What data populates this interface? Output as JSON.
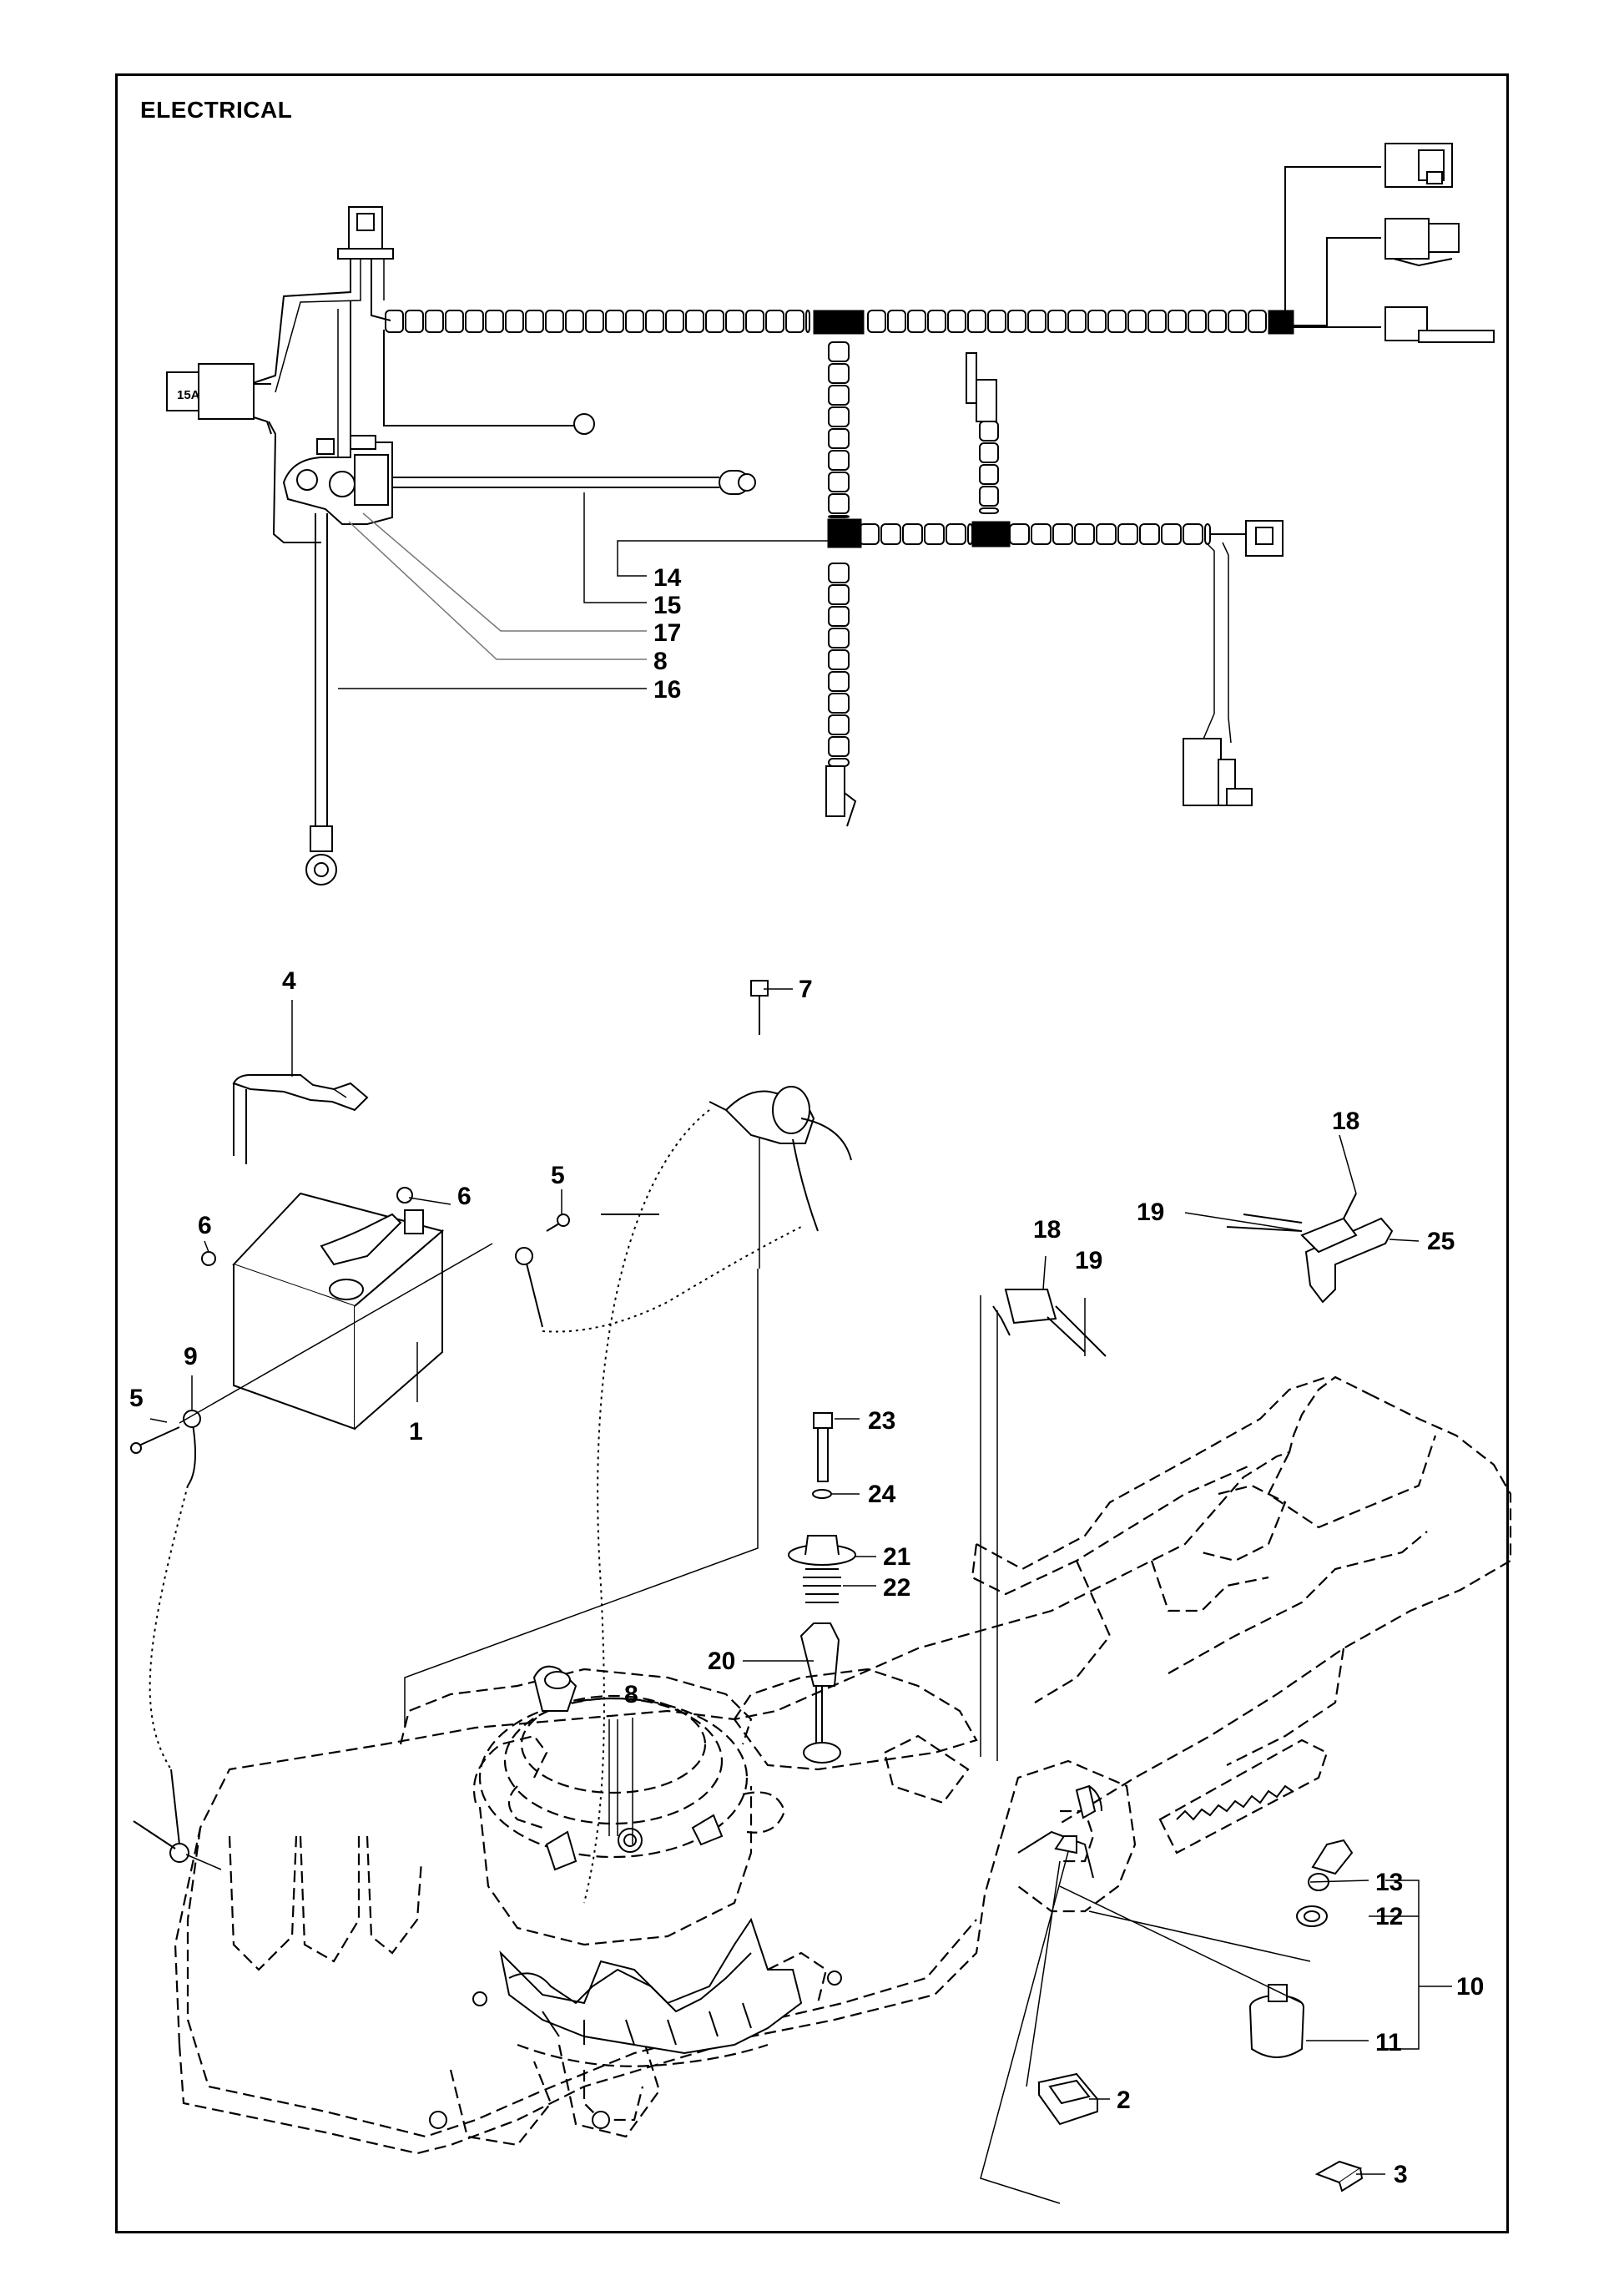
{
  "title": "ELECTRICAL",
  "callouts": {
    "c1": "1",
    "c2": "2",
    "c3": "3",
    "c4": "4",
    "c5a": "5",
    "c5b": "5",
    "c6a": "6",
    "c6b": "6",
    "c7": "7",
    "c8a": "8",
    "c8b": "8",
    "c9": "9",
    "c10": "10",
    "c11": "11",
    "c12": "12",
    "c13": "13",
    "c14": "14",
    "c15": "15",
    "c16": "16",
    "c17": "17",
    "c18a": "18",
    "c18b": "18",
    "c19a": "19",
    "c19b": "19",
    "c20": "20",
    "c21": "21",
    "c22": "22",
    "c23": "23",
    "c24": "24",
    "c25": "25"
  },
  "relay_label": "15A"
}
